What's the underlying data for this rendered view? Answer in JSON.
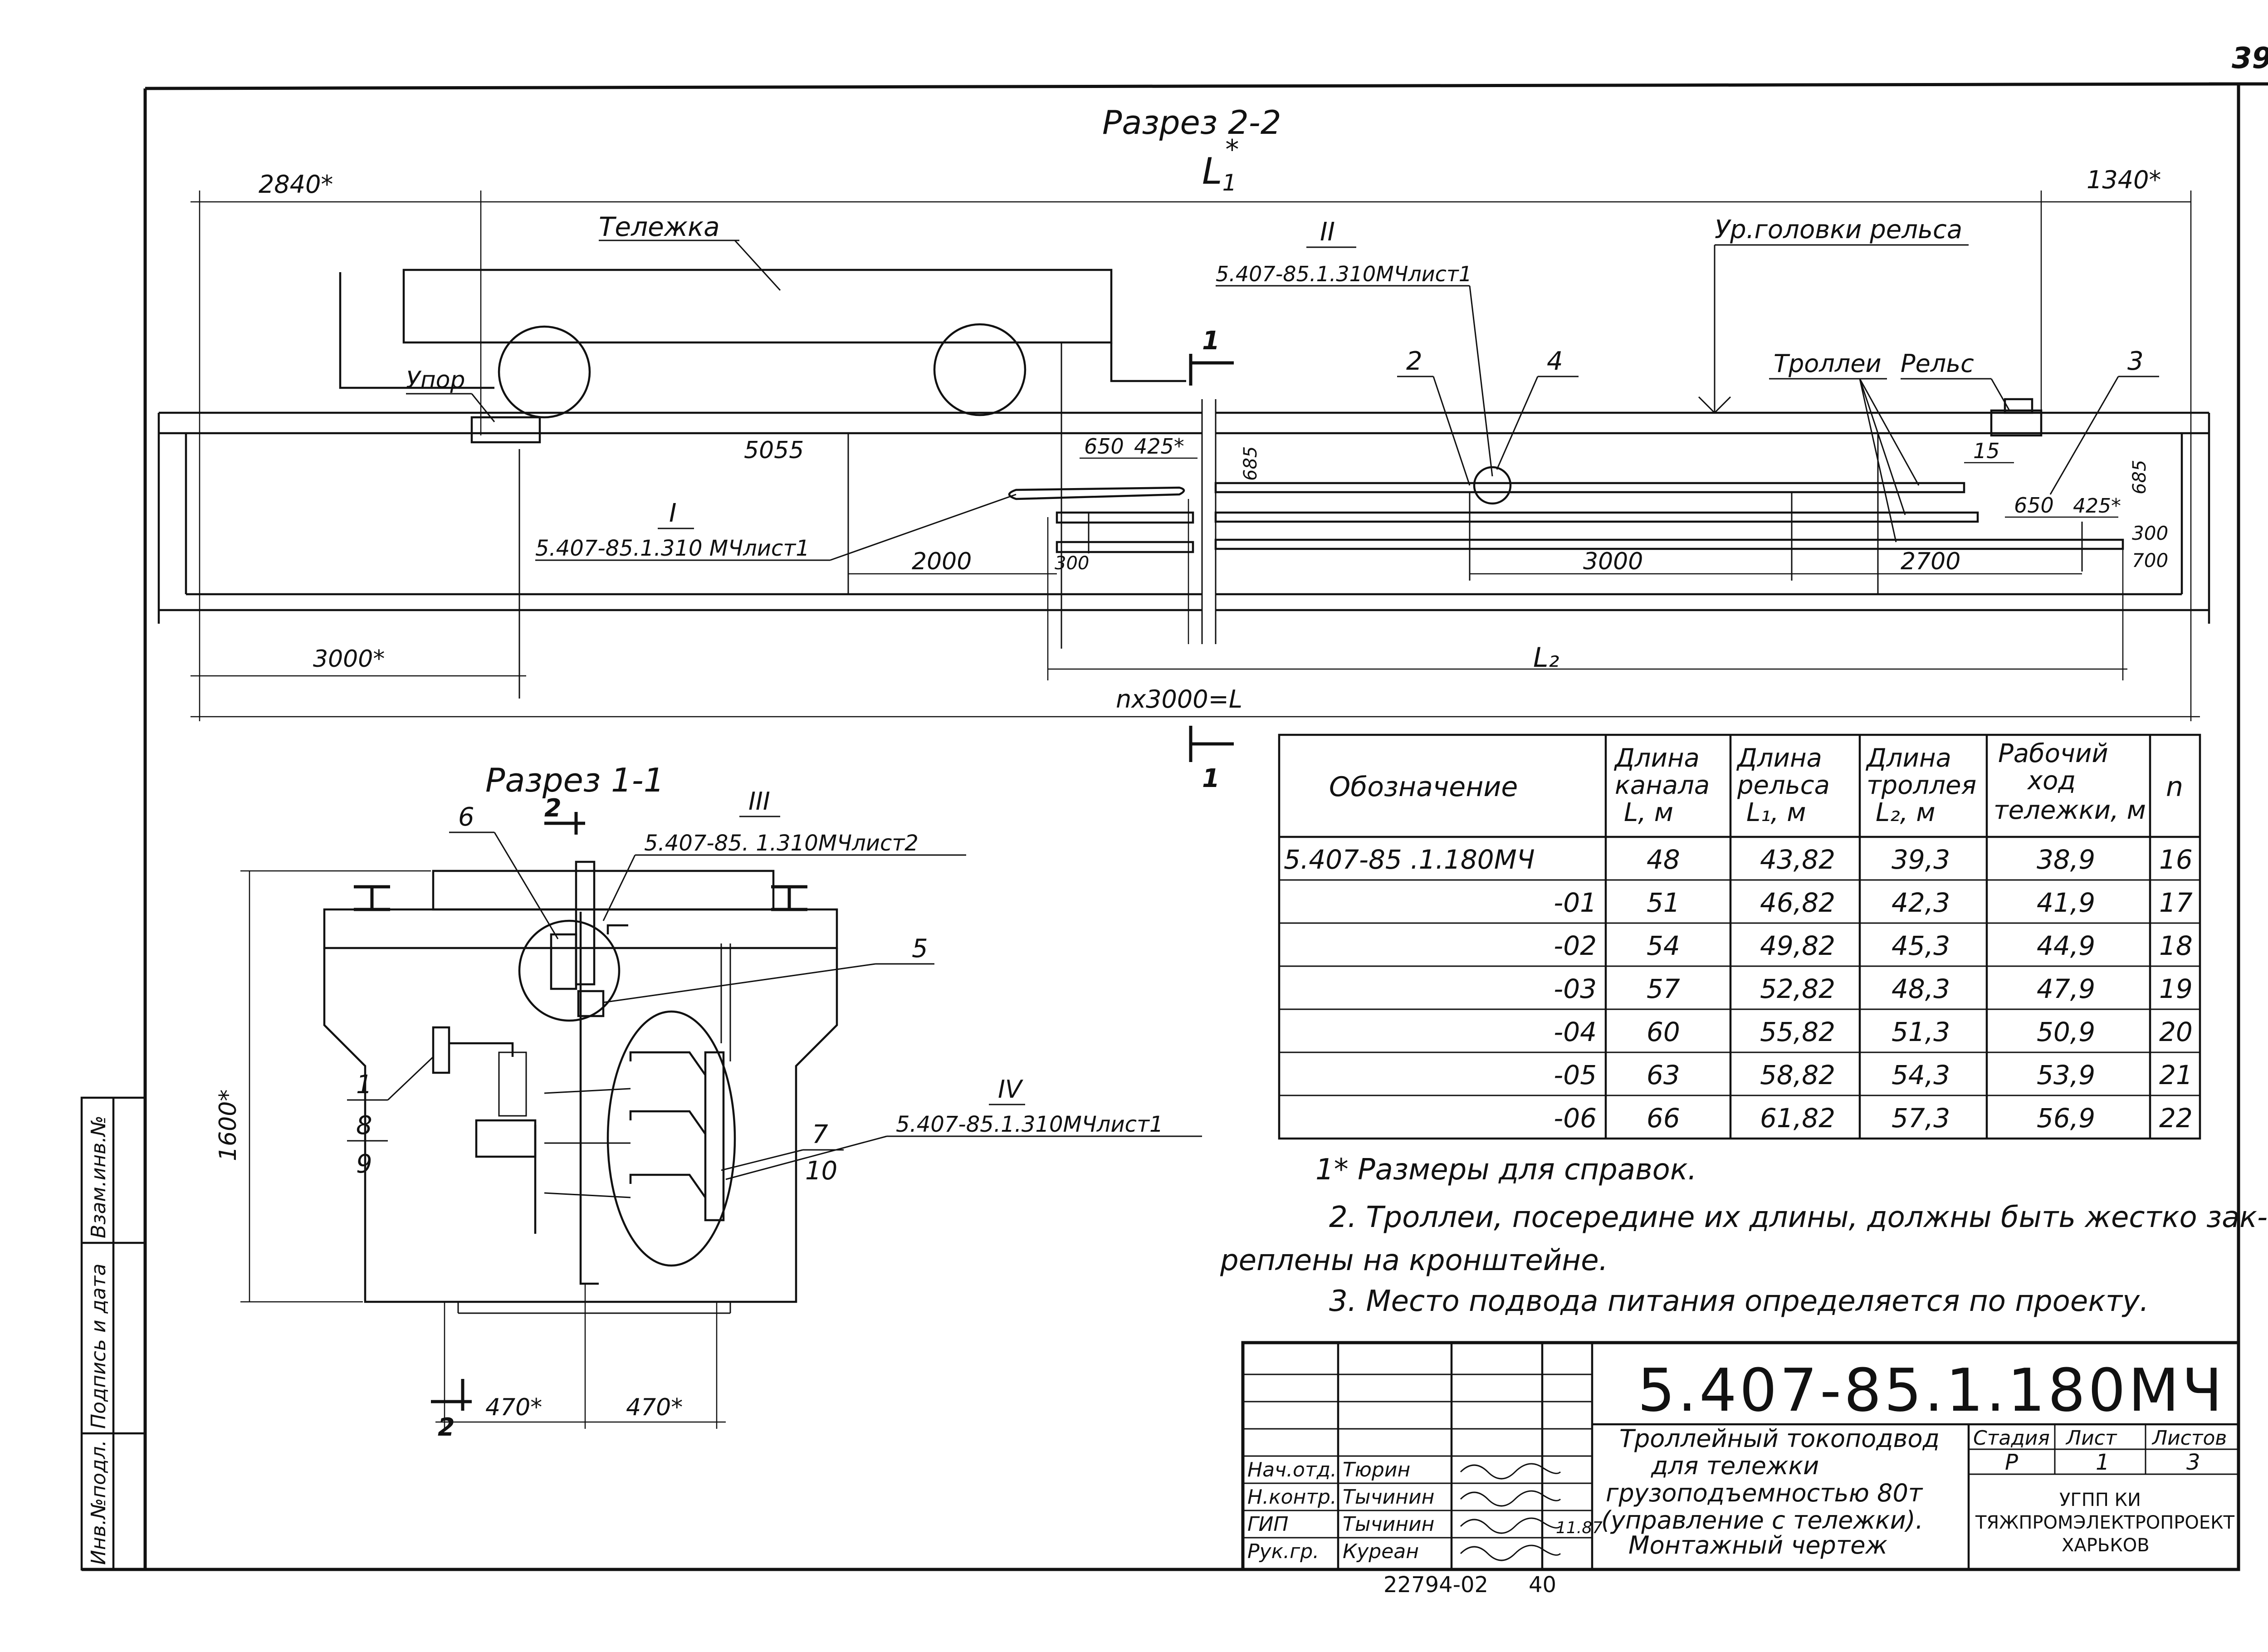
{
  "page_number": "39",
  "section22": {
    "title": "Разрез 2-2",
    "L1": "L",
    "L1_sub": "1",
    "L1_star": "*",
    "dim_2840": "2840*",
    "dim_1340": "1340*",
    "label_trolley": "Тележка",
    "label_stop": "Упор",
    "label_rail_level": "Ур.головки рельса",
    "label_trolleys": "Троллеи",
    "label_rail": "Рельс",
    "ref_II": "II",
    "ref_II_doc": "5.407-85.1.310МЧлист1",
    "ref_I": "I",
    "ref_I_doc": "5.407-85.1.310 МЧлист1",
    "pos_2": "2",
    "pos_4": "4",
    "pos_3": "3",
    "cut_1": "1",
    "dim_5055": "5055",
    "dim_650a": "650",
    "dim_425a": "425*",
    "dim_685a": "685",
    "dim_2000": "2000",
    "dim_300a": "300",
    "dim_3000": "3000",
    "dim_2700": "2700",
    "dim_15": "15",
    "dim_650b": "650",
    "dim_425b": "425*",
    "dim_685b": "685",
    "dim_300b": "300",
    "dim_700": "700",
    "dim_3000star": "3000*",
    "L2": "L₂",
    "nx3000": "nх3000=L"
  },
  "section11": {
    "title": "Разрез 1-1",
    "cut_2": "2",
    "ref_III": "III",
    "ref_III_doc": "5.407-85. 1.310МЧлист2",
    "ref_IV": "IV",
    "ref_IV_doc": "5.407-85.1.310МЧлист1",
    "pos_6": "6",
    "pos_5": "5",
    "pos_1": "1",
    "pos_8": "8",
    "pos_9": "9",
    "pos_7": "7",
    "pos_10": "10",
    "dim_1600": "1600*",
    "dim_470a": "470*",
    "dim_470b": "470*",
    "cut_2_bottom": "2"
  },
  "spec_table": {
    "headers": [
      "Обозначение",
      "Длина канала L, м",
      "Длина рельса L₁, м",
      "Длина троллея L₂, м",
      "Рабочий ход тележки, м",
      "n"
    ],
    "header_lines": [
      [
        "Обозначение"
      ],
      [
        "Длина",
        "канала",
        "L, м"
      ],
      [
        "Длина",
        "рельса",
        "L₁, м"
      ],
      [
        "Длина",
        "троллея",
        "L₂, м"
      ],
      [
        "Рабочий",
        "ход",
        "тележки, м"
      ],
      [
        "n"
      ]
    ],
    "rows": [
      [
        "5.407-85 .1.180МЧ",
        "48",
        "43,82",
        "39,3",
        "38,9",
        "16"
      ],
      [
        "-01",
        "51",
        "46,82",
        "42,3",
        "41,9",
        "17"
      ],
      [
        "-02",
        "54",
        "49,82",
        "45,3",
        "44,9",
        "18"
      ],
      [
        "-03",
        "57",
        "52,82",
        "48,3",
        "47,9",
        "19"
      ],
      [
        "-04",
        "60",
        "55,82",
        "51,3",
        "50,9",
        "20"
      ],
      [
        "-05",
        "63",
        "58,82",
        "54,3",
        "53,9",
        "21"
      ],
      [
        "-06",
        "66",
        "61,82",
        "57,3",
        "56,9",
        "22"
      ]
    ]
  },
  "notes": [
    "1* Размеры для справок.",
    "2. Троллеи, посередине их длины, должны быть жестко зак-",
    "реплены на кронштейне.",
    "3. Место подвода питания определяется по проекту."
  ],
  "title_block": {
    "code": "5.407-85.1.180МЧ",
    "name_lines": [
      "Троллейный токоподвод",
      "для тележки",
      "грузоподъемностью 80т",
      "(управление с тележки).",
      "Монтажный чертеж"
    ],
    "stage_label": "Стадия",
    "sheet_label": "Лист",
    "sheets_label": "Листов",
    "stage": "Р",
    "sheet": "1",
    "sheets": "3",
    "org": [
      "УГПП КИ",
      "ТЯЖПРОМЭЛЕКТРОПРОЕКТ",
      "ХАРЬКОВ"
    ],
    "signatures": [
      {
        "role": "Нач.отд.",
        "name": "Тюрин"
      },
      {
        "role": "Н.контр.",
        "name": "Тычинин"
      },
      {
        "role": "ГИП",
        "name": "Тычинин"
      },
      {
        "role": "Рук.гр.",
        "name": "Куреан"
      }
    ],
    "sign_date": "11.87",
    "archive": "22794-02",
    "archive_page": "40"
  },
  "side_stamp": [
    "Инв.№подл.",
    "Подпись и дата",
    "Взам.инв.№"
  ]
}
